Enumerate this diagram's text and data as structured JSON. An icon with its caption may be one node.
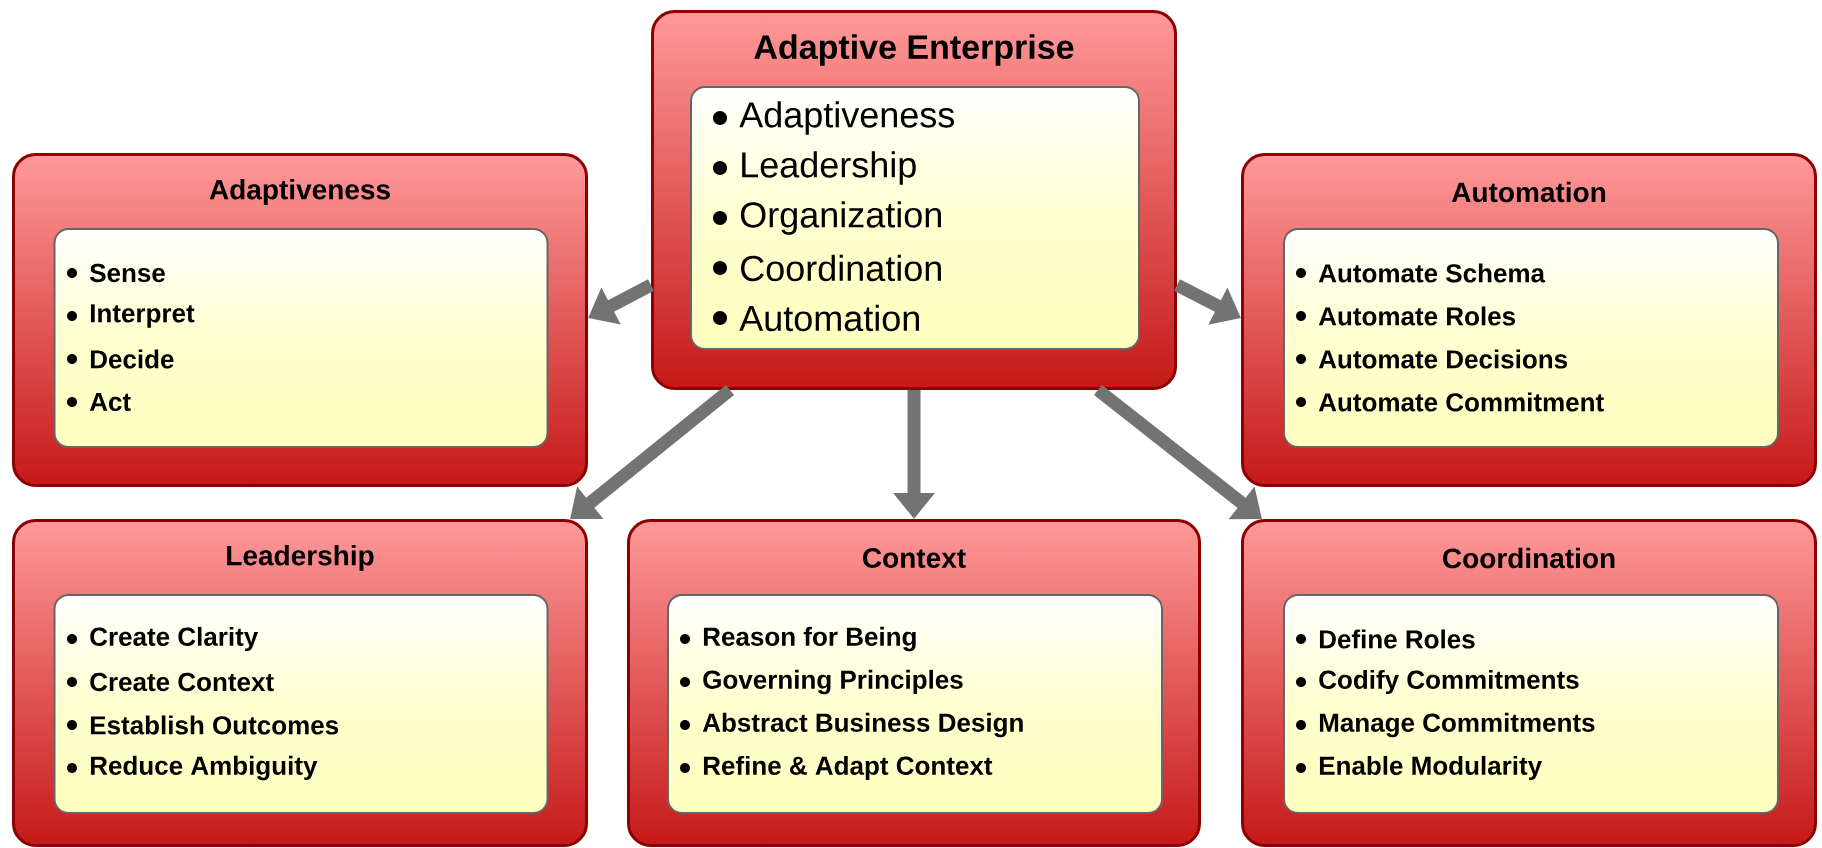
{
  "diagram": {
    "nodes": [
      {
        "text": [
          "Adaptive Enterprise"
        ]
      },
      {
        "text": [
          "Adaptiveness",
          "Leadership",
          "Organization",
          "Coordination",
          "Automation"
        ],
        "in": 0
      },
      {
        "text": [
          "Adaptiveness"
        ]
      },
      {
        "text": [
          "Sense",
          "Interpret",
          "Decide",
          "Act"
        ],
        "in": 2
      },
      {
        "text": [
          "Automation"
        ]
      },
      {
        "text": [
          "Automate Schema",
          "Automate Roles",
          "Automate Decisions",
          "Automate Commitment"
        ],
        "in": 4
      },
      {
        "text": [
          "Leadership"
        ]
      },
      {
        "text": [
          "Create Clarity",
          "Create Context",
          "Establish Outcomes",
          "Reduce Ambiguity"
        ],
        "in": 6
      },
      {
        "text": [
          "Context"
        ]
      },
      {
        "text": [
          "Reason for Being",
          "Governing Principles",
          "Abstract Business Design",
          "Refine & Adapt Context"
        ],
        "in": 8
      },
      {
        "text": [
          "Coordination"
        ]
      },
      {
        "text": [
          "Define Roles",
          "Codify Commitments",
          "Manage Commitments",
          "Enable Modularity"
        ],
        "in": 10
      }
    ],
    "edges": [
      {
        "from": 0,
        "to": 2,
        "arrow": "to"
      },
      {
        "from": 0,
        "to": 4,
        "arrow": "to"
      },
      {
        "from": 0,
        "to": 6,
        "arrow": "to"
      },
      {
        "from": 0,
        "to": 8,
        "arrow": "to"
      },
      {
        "from": 0,
        "to": 10,
        "arrow": "to"
      }
    ]
  }
}
